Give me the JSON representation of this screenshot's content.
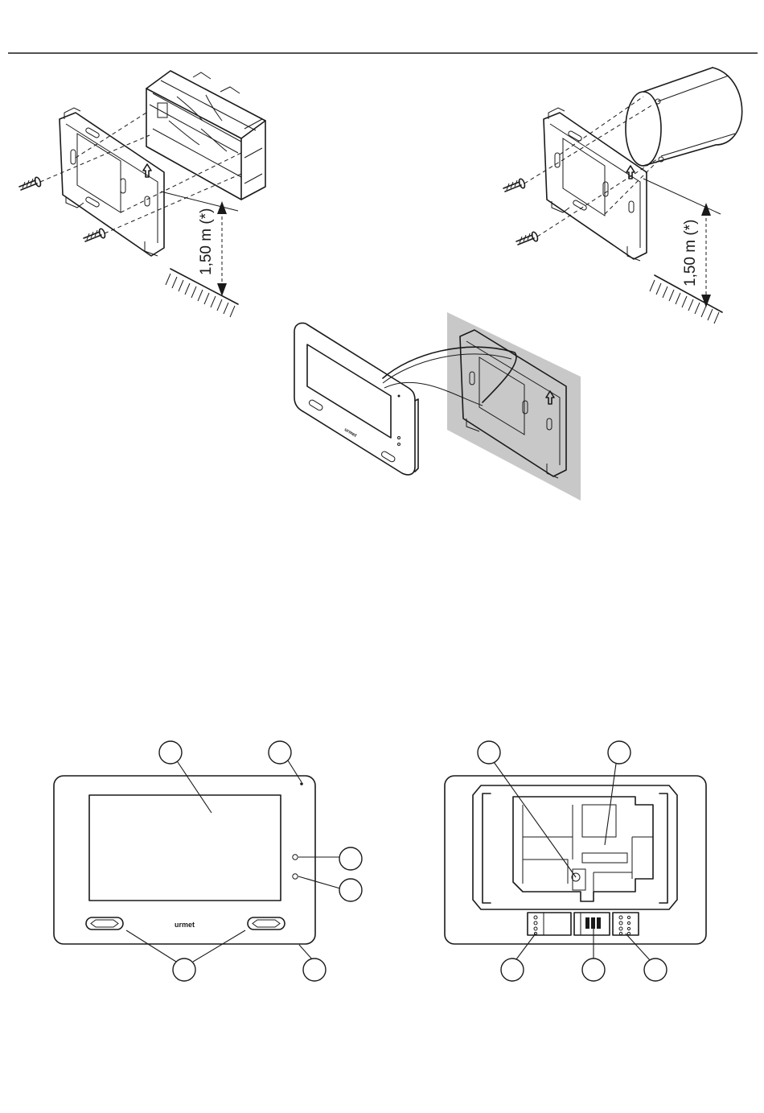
{
  "install_diagrams": {
    "left_height_label": "1,50 m (*)",
    "right_height_label": "1,50 m (*)"
  },
  "monitor": {
    "brand_mark": "urmet"
  },
  "colors": {
    "ink": "#1a1a1a",
    "wall_shade": "#c8c8c8",
    "background": "#ffffff"
  }
}
